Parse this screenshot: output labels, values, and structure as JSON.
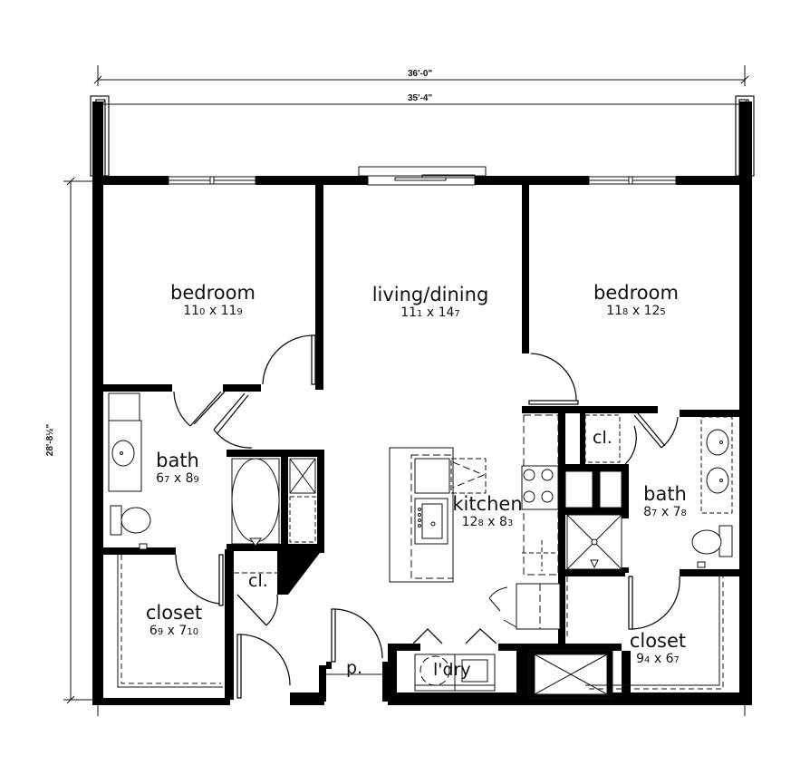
{
  "plan": {
    "overall_width": "36'-0\"",
    "interior_width": "35'-4\"",
    "overall_depth": "28'-8½\""
  },
  "rooms": [
    {
      "id": "bedroom-1",
      "name": "bedroom",
      "dim_a": "11",
      "dim_a_in": "0",
      "dim_b": "11",
      "dim_b_in": "9"
    },
    {
      "id": "living-dining",
      "name": "living/dining",
      "dim_a": "11",
      "dim_a_in": "1",
      "dim_b": "14",
      "dim_b_in": "7"
    },
    {
      "id": "bedroom-2",
      "name": "bedroom",
      "dim_a": "11",
      "dim_a_in": "8",
      "dim_b": "12",
      "dim_b_in": "5"
    },
    {
      "id": "bath-1",
      "name": "bath",
      "dim_a": "6",
      "dim_a_in": "7",
      "dim_b": "8",
      "dim_b_in": "9"
    },
    {
      "id": "kitchen",
      "name": "kitchen",
      "dim_a": "12",
      "dim_a_in": "8",
      "dim_b": "8",
      "dim_b_in": "3"
    },
    {
      "id": "bath-2",
      "name": "bath",
      "dim_a": "8",
      "dim_a_in": "7",
      "dim_b": "7",
      "dim_b_in": "8"
    },
    {
      "id": "closet-1",
      "name": "closet",
      "dim_a": "6",
      "dim_a_in": "9",
      "dim_b": "7",
      "dim_b_in": "10"
    },
    {
      "id": "closet-2",
      "name": "closet",
      "dim_a": "9",
      "dim_a_in": "4",
      "dim_b": "6",
      "dim_b_in": "7"
    }
  ],
  "small_labels": {
    "closet_hall": "cl.",
    "closet_bath2": "cl.",
    "pantry": "p.",
    "laundry": "l'dry"
  },
  "dim_sep": "x",
  "colors": {
    "wall": "#000000",
    "line": "#111111",
    "background": "#ffffff",
    "fixture_fill": "#ffffff",
    "window_gray": "#9a9a9a"
  }
}
